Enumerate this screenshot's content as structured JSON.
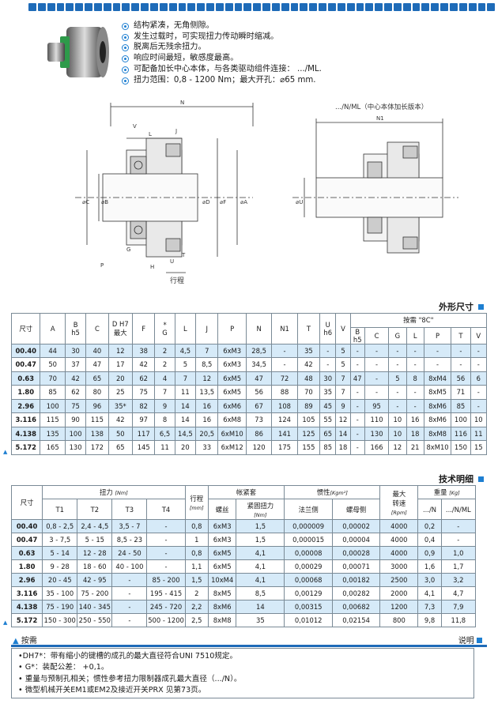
{
  "bullets": [
    "结构紧凑，无角侧隙。",
    "发生过载时，可实现扭力传动瞬时缩减。",
    "脱离后无残余扭力。",
    "响应时间最短，敏感度最高。",
    "可配备加长中心本体，与各类驱动组件连接：  .../ML.",
    "扭力范围：0,8 - 1200 Nm；最大开孔：⌀65 mm."
  ],
  "drawing": {
    "right_title": ".../N/ML（中心本体加长版本）",
    "stroke_label": "行程",
    "left_dims": [
      "N",
      "L",
      "J",
      "V",
      "H",
      "U",
      "T",
      "P",
      "G"
    ],
    "left_dias": [
      "⌀C",
      "⌀B",
      "⌀D",
      "⌀F",
      "⌀A"
    ],
    "right_dims": [
      "N1",
      "⌀U"
    ]
  },
  "table1": {
    "title": "外形尺寸",
    "header": {
      "size": "尺寸",
      "A": "A",
      "B": "B",
      "h5": "h5",
      "C": "C",
      "D": "D H7",
      "Dmax": "最大",
      "F": "F",
      "G_star": "*",
      "G": "G",
      "L": "L",
      "J": "J",
      "P": "P",
      "N": "N",
      "N1": "N1",
      "T": "T",
      "U": "U",
      "h6": "h6",
      "V": "V",
      "req": "按需 \"8C\"",
      "rB": "B",
      "rh5": "h5",
      "rC": "C",
      "rG": "G",
      "rL": "L",
      "rP": "P",
      "rT": "T",
      "rV": "V"
    },
    "rows": [
      [
        "00.40",
        "44",
        "30",
        "40",
        "12",
        "38",
        "2",
        "4,5",
        "7",
        "6xM3",
        "28,5",
        "-",
        "35",
        "-",
        "5",
        "-",
        "-",
        "-",
        "-",
        "-",
        "-",
        "-"
      ],
      [
        "00.47",
        "50",
        "37",
        "47",
        "17",
        "42",
        "2",
        "5",
        "8,5",
        "6xM3",
        "34,5",
        "-",
        "42",
        "-",
        "5",
        "-",
        "-",
        "-",
        "-",
        "-",
        "-",
        "-"
      ],
      [
        "0.63",
        "70",
        "42",
        "65",
        "20",
        "62",
        "4",
        "7",
        "12",
        "6xM5",
        "47",
        "72",
        "48",
        "30",
        "7",
        "47",
        "-",
        "5",
        "8",
        "8xM4",
        "56",
        "6"
      ],
      [
        "1.80",
        "85",
        "62",
        "80",
        "25",
        "75",
        "7",
        "11",
        "13,5",
        "6xM5",
        "56",
        "88",
        "70",
        "35",
        "7",
        "-",
        "-",
        "-",
        "-",
        "8xM5",
        "71",
        "-"
      ],
      [
        "2.96",
        "100",
        "75",
        "96",
        "35*",
        "82",
        "9",
        "14",
        "16",
        "6xM6",
        "67",
        "108",
        "89",
        "45",
        "9",
        "-",
        "95",
        "-",
        "-",
        "8xM6",
        "85",
        "-"
      ],
      [
        "3.116",
        "115",
        "90",
        "115",
        "42",
        "97",
        "8",
        "14",
        "16",
        "6xM8",
        "73",
        "124",
        "105",
        "55",
        "12",
        "-",
        "110",
        "10",
        "16",
        "8xM6",
        "100",
        "10"
      ],
      [
        "4.138",
        "135",
        "100",
        "138",
        "50",
        "117",
        "6,5",
        "14,5",
        "20,5",
        "6xM10",
        "86",
        "141",
        "125",
        "65",
        "14",
        "-",
        "130",
        "10",
        "18",
        "8xM8",
        "116",
        "11"
      ],
      [
        "5.172",
        "165",
        "130",
        "172",
        "65",
        "145",
        "11",
        "20",
        "33",
        "6xM12",
        "120",
        "175",
        "155",
        "85",
        "18",
        "-",
        "166",
        "12",
        "21",
        "8xM10",
        "150",
        "15"
      ]
    ]
  },
  "table2": {
    "title": "技术明细",
    "header": {
      "size": "尺寸",
      "torque": "扭力",
      "torque_unit": "[Nm]",
      "T1": "T1",
      "T2": "T2",
      "T3": "T3",
      "T4": "T4",
      "stroke": "行程",
      "stroke_unit": "[mm]",
      "nut": "帐紧套",
      "screw": "螺丝",
      "tight": "紧固扭力",
      "tight_unit": "[Nm]",
      "inertia": "惯性",
      "inertia_unit": "[Kgm²]",
      "flange": "法兰侧",
      "nutside": "螺母侧",
      "speed": "最大",
      "speed2": "转速",
      "speed_unit": "[Rpm]",
      "weight": "重量",
      "weight_unit": "[Kg]",
      "wN": ".../N",
      "wNML": ".../N/ML"
    },
    "rows": [
      [
        "00.40",
        "0,8 - 2,5",
        "2,4 - 4,5",
        "3,5 - 7",
        "-",
        "0,8",
        "6xM3",
        "1,5",
        "0,000009",
        "0,00002",
        "4000",
        "0,2",
        "-"
      ],
      [
        "00.47",
        "3 - 7,5",
        "5 - 15",
        "8,5 - 23",
        "-",
        "1",
        "6xM3",
        "1,5",
        "0,000015",
        "0,00004",
        "4000",
        "0,4",
        "-"
      ],
      [
        "0.63",
        "5 - 14",
        "12 - 28",
        "24 - 50",
        "-",
        "0,8",
        "6xM5",
        "4,1",
        "0,00008",
        "0,00028",
        "4000",
        "0,9",
        "1,0"
      ],
      [
        "1.80",
        "9 - 28",
        "18 - 60",
        "40 - 100",
        "-",
        "1,1",
        "6xM5",
        "4,1",
        "0,00029",
        "0,00071",
        "3000",
        "1,6",
        "1,7"
      ],
      [
        "2.96",
        "20 - 45",
        "42 - 95",
        "-",
        "85 - 200",
        "1,5",
        "10xM4",
        "4,1",
        "0,00068",
        "0,00182",
        "2500",
        "3,0",
        "3,2"
      ],
      [
        "3.116",
        "35 - 100",
        "75 - 200",
        "-",
        "195 - 415",
        "2",
        "8xM5",
        "8,5",
        "0,00129",
        "0,00282",
        "2000",
        "4,1",
        "4,7"
      ],
      [
        "4.138",
        "75 - 190",
        "140 - 345",
        "-",
        "245 - 720",
        "2,2",
        "8xM6",
        "14",
        "0,00315",
        "0,00682",
        "1200",
        "7,3",
        "7,9"
      ],
      [
        "5.172",
        "150 - 300",
        "250 - 550",
        "-",
        "500 - 1200",
        "2,5",
        "8xM8",
        "35",
        "0,01012",
        "0,02154",
        "800",
        "9,8",
        "11,8"
      ]
    ]
  },
  "notes": {
    "left_head": "按需",
    "right_head": "说明",
    "lines": [
      "•DH7*：带有缩小的键槽的成孔的最大直径符合UNI 7510规定。",
      "• G*：装配公差：   +0,1。",
      "• 重量与预制孔相关；惯性参考扭力限制器成孔最大直径（.../N）。",
      "• 微型机械开关EM1或EM2及接近开关PRX 见第73页。"
    ]
  },
  "colors": {
    "accent": "#1e7fd1",
    "row_band": "#d6eaf8"
  }
}
